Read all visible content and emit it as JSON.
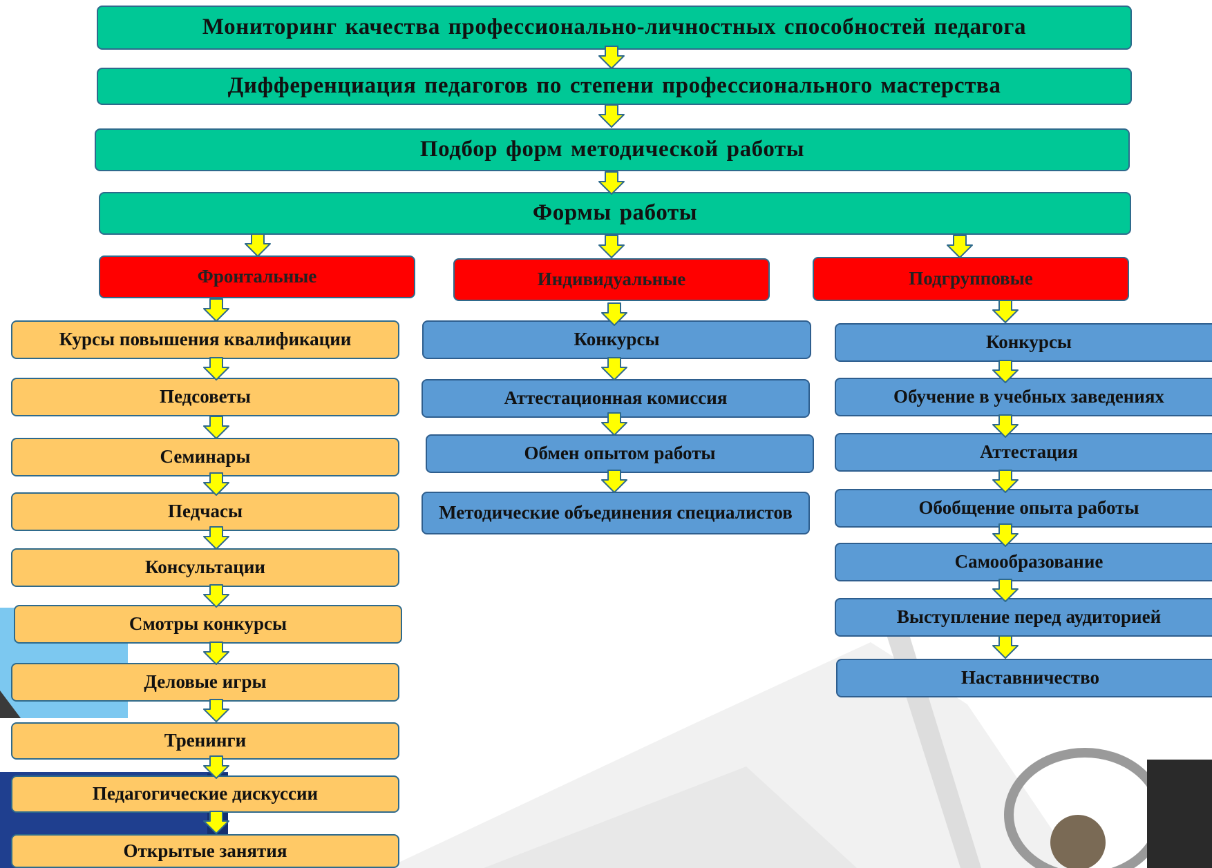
{
  "colors": {
    "level_box": "#00C896",
    "category_box": "#FF0000",
    "frontal_box": "#FFC966",
    "blue_box": "#5B9BD5",
    "arrow_fill": "#FFFF00"
  },
  "icons": {
    "arrow": "down-arrow-icon"
  },
  "levels": [
    "Мониторинг качества профессионально-личностных способностей педагога",
    "Дифференциация педагогов по степени профессионального мастерства",
    "Подбор форм методической работы",
    "Формы работы"
  ],
  "columns": {
    "frontal": {
      "title": "Фронтальные",
      "items": [
        "Курсы повышения квалификации",
        "Педсоветы",
        "Семинары",
        "Педчасы",
        "Консультации",
        "Смотры конкурсы",
        "Деловые игры",
        "Тренинги",
        "Педагогические дискуссии",
        "Открытые занятия"
      ]
    },
    "individual": {
      "title": "Индивидуальные",
      "items": [
        "Конкурсы",
        "Аттестационная комиссия",
        "Обмен опытом работы",
        "Методические объединения специалистов"
      ]
    },
    "subgroup": {
      "title": "Подгрупповые",
      "items": [
        "Конкурсы",
        "Обучение в учебных заведениях",
        "Аттестация",
        "Обобщение опыта работы",
        "Самообразование",
        "Выступление перед аудиторией",
        "Наставничество"
      ]
    }
  }
}
